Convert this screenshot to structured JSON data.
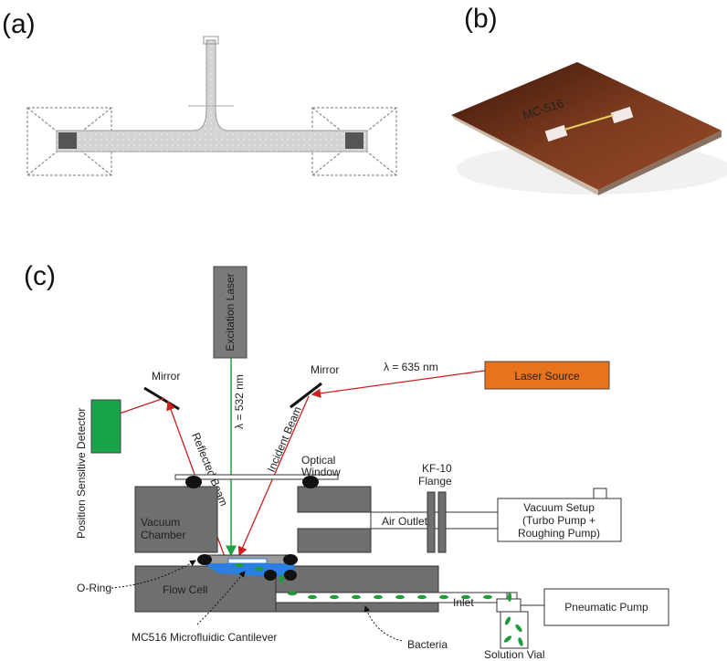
{
  "panels": {
    "a": {
      "label": "(a)"
    },
    "b": {
      "label": "(b)",
      "chip_text": "MC-516"
    },
    "c": {
      "label": "(c)"
    }
  },
  "labels": {
    "excitation_laser": "Excitation Laser",
    "excitation_wavelength": "λ = 532 nm",
    "probe_wavelength": "λ = 635 nm",
    "mirror_left": "Mirror",
    "mirror_right": "Mirror",
    "laser_source": "Laser Source",
    "psd": "Position Sensitive Detector",
    "reflected_beam": "Reflected Beam",
    "incident_beam": "Incident Beam",
    "optical_window_1": "Optical",
    "optical_window_2": "Window",
    "kf10_1": "KF-10",
    "kf10_2": "Flange",
    "vacuum_chamber_1": "Vacuum",
    "vacuum_chamber_2": "Chamber",
    "air_outlet": "Air Outlet",
    "vacuum_setup_1": "Vacuum Setup",
    "vacuum_setup_2": "(Turbo Pump +",
    "vacuum_setup_3": "Roughing Pump)",
    "o_ring": "O-Ring",
    "flow_cell": "Flow Cell",
    "inlet": "Inlet",
    "pneumatic_pump": "Pneumatic Pump",
    "cantilever": "MC516 Microfluidic Cantilever",
    "bacteria": "Bacteria",
    "solution_vial": "Solution Vial"
  },
  "colors": {
    "excitation_beam": "#22a045",
    "probe_beam": "#cc1f1f",
    "laser_source": "#e8731c",
    "detector": "#1aa44a",
    "chamber": "#6f6f6f",
    "fluid": "#2a7fe0",
    "bacteria": "#1f9a3c",
    "chip": "#7a3a1e"
  }
}
